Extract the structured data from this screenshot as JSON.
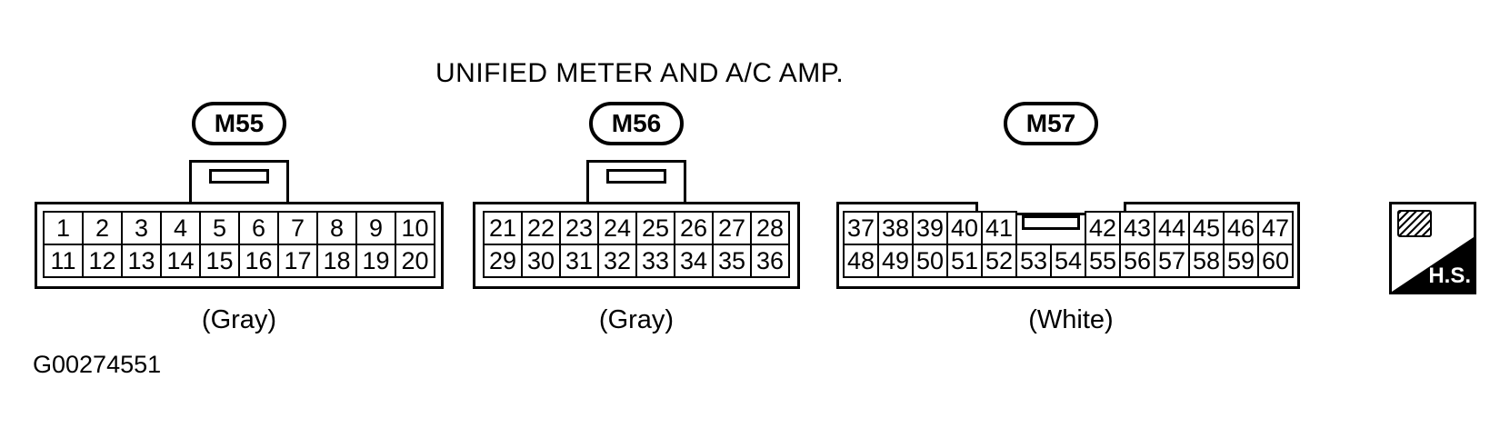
{
  "title": "UNIFIED METER AND A/C AMP.",
  "figure_code": "G00274551",
  "hs_badge": {
    "label": "H.S."
  },
  "connectors": [
    {
      "id": "M55",
      "color": "(Gray)",
      "rows": [
        [
          "1",
          "2",
          "3",
          "4",
          "5",
          "6",
          "7",
          "8",
          "9",
          "10"
        ],
        [
          "11",
          "12",
          "13",
          "14",
          "15",
          "16",
          "17",
          "18",
          "19",
          "20"
        ]
      ]
    },
    {
      "id": "M56",
      "color": "(Gray)",
      "rows": [
        [
          "21",
          "22",
          "23",
          "24",
          "25",
          "26",
          "27",
          "28"
        ],
        [
          "29",
          "30",
          "31",
          "32",
          "33",
          "34",
          "35",
          "36"
        ]
      ]
    },
    {
      "id": "M57",
      "color": "(White)",
      "top_left": [
        "37",
        "38",
        "39",
        "40",
        "41"
      ],
      "top_right": [
        "42",
        "43",
        "44",
        "45",
        "46",
        "47"
      ],
      "bottom": [
        "48",
        "49",
        "50",
        "51",
        "52",
        "53",
        "54",
        "55",
        "56",
        "57",
        "58",
        "59",
        "60"
      ]
    }
  ]
}
